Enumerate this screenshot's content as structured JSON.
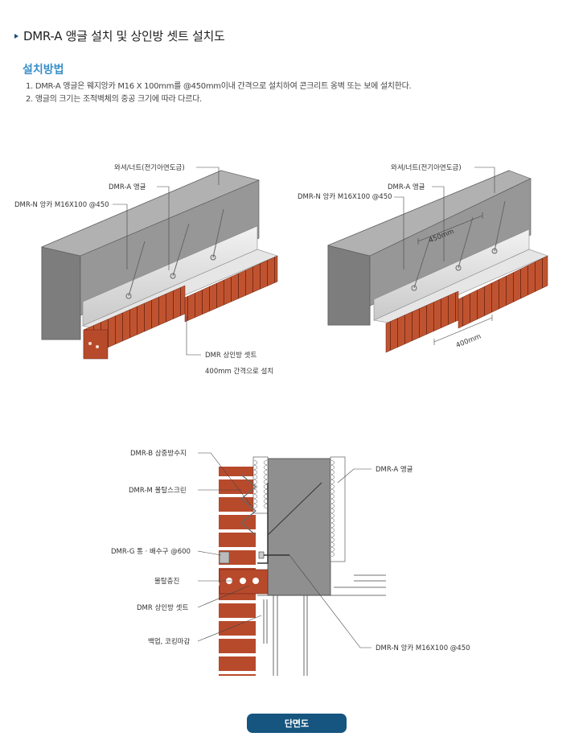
{
  "header": {
    "title": "DMR-A 앵글 설치 및 상인방 셋트 설치도"
  },
  "section": {
    "title": "설치방법",
    "steps": [
      "1. DMR-A 앵글은 웨지앙카 M16 X 100mm를 @450mm이내 간격으로 설치하여 콘크리트 옹벽 또는 보에 설치한다.",
      "2. 앵글의 크기는 조적벽체의 중공 크기에 따라 다르다."
    ]
  },
  "left_diagram": {
    "washer": "와셔/너트(전기아연도금)",
    "angle": "DMR-A 앵글",
    "anchor": "DMR-N 앙카 M16X100 @450",
    "lintel1": "DMR 상인방 셋트",
    "lintel2": "400mm 간격으로 설치"
  },
  "right_diagram": {
    "washer": "와셔/너트(전기아연도금)",
    "angle": "DMR-A 앵글",
    "anchor": "DMR-N 앙카 M16X100 @450",
    "dim1": "450mm",
    "dim2": "400mm"
  },
  "section_diagram": {
    "waterproof": "DMR-B 삼중방수지",
    "mortar_screen": "DMR-M 몰탈스크린",
    "drain": "DMR-G 통 · 배수구 @600",
    "mortar_fill": "몰탈충진",
    "lintel": "DMR 상인방 셋트",
    "backup": "백업, 코킹마감",
    "angle": "DMR-A 앵글",
    "anchor": "DMR-N 앙카 M16X100 @450"
  },
  "badge": {
    "label": "단면도"
  },
  "colors": {
    "brick": "#b84a2c",
    "concrete": "#8f8f8f",
    "accent": "#3a8fc9",
    "badge": "#15557f"
  }
}
